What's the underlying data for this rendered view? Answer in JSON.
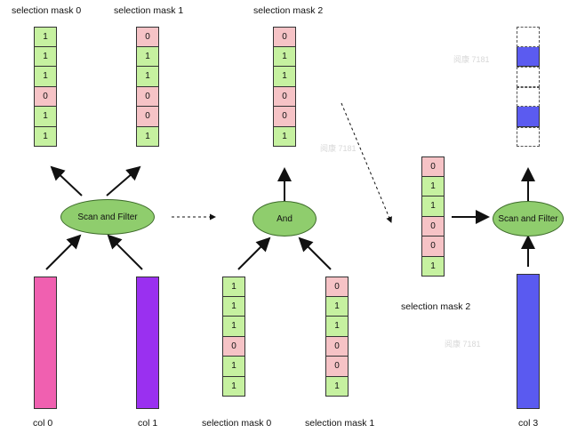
{
  "labels": {
    "mask0_top": "selection mask 0",
    "mask1_top": "selection mask 1",
    "mask2_top": "selection mask 2",
    "mask2_mid": "selection mask 2",
    "mask0_bottom": "selection mask 0",
    "mask1_bottom": "selection mask 1",
    "col0": "col 0",
    "col1": "col 1",
    "col3": "col 3"
  },
  "nodes": {
    "scan_filter_left": "Scan and Filter",
    "and": "And",
    "scan_filter_right": "Scan and Filter"
  },
  "masks": {
    "mask0_top": [
      "1",
      "1",
      "1",
      "0",
      "1",
      "1"
    ],
    "mask1_top": [
      "0",
      "1",
      "1",
      "0",
      "0",
      "1"
    ],
    "mask2_top": [
      "0",
      "1",
      "1",
      "0",
      "0",
      "1"
    ],
    "mask2_mid": [
      "0",
      "1",
      "1",
      "0",
      "0",
      "1"
    ],
    "mask0_bottom": [
      "1",
      "1",
      "1",
      "0",
      "1",
      "1"
    ],
    "mask1_bottom": [
      "0",
      "1",
      "1",
      "0",
      "0",
      "1"
    ]
  },
  "output_col3": [
    "empty",
    "blue",
    "empty",
    "empty",
    "blue",
    "empty"
  ],
  "colors": {
    "col0": "#f060b0",
    "col1": "#9a30f0",
    "col3": "#5a5af0",
    "true_cell": "#c6f1a0",
    "false_cell": "#f6c3c6",
    "node_fill": "#8fcd6d"
  },
  "watermark": "阅康 7181"
}
